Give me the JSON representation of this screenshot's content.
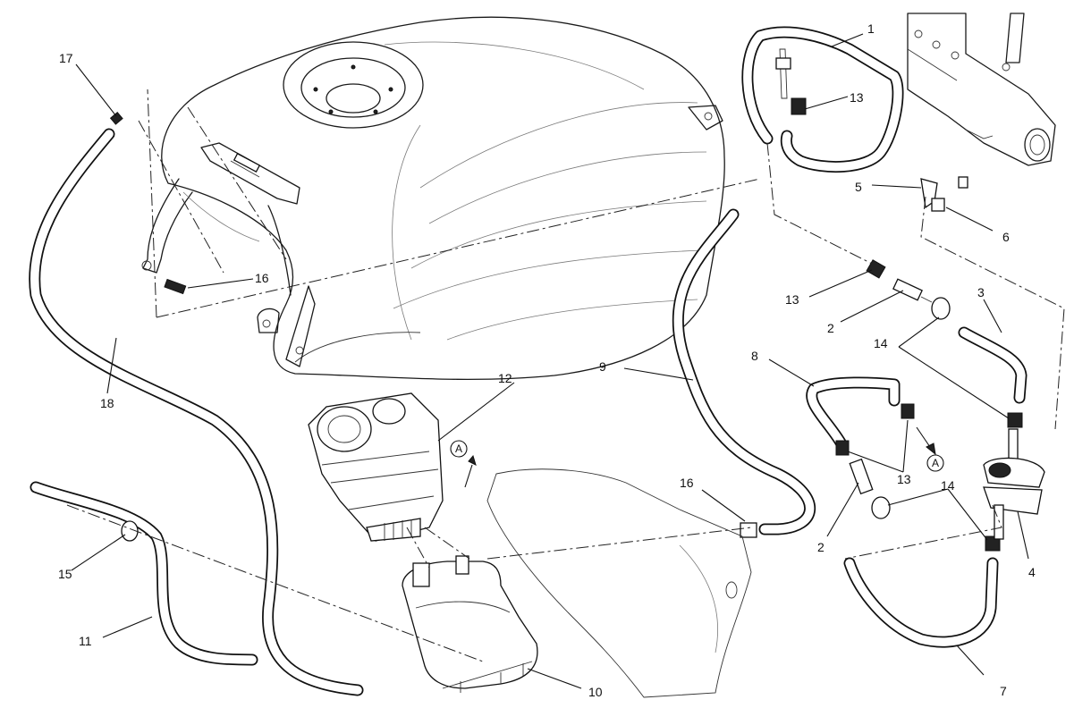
{
  "diagram": {
    "part_labels": [
      {
        "id": "1",
        "text": "1"
      },
      {
        "id": "2a",
        "text": "2"
      },
      {
        "id": "2b",
        "text": "2"
      },
      {
        "id": "3",
        "text": "3"
      },
      {
        "id": "4",
        "text": "4"
      },
      {
        "id": "5",
        "text": "5"
      },
      {
        "id": "6",
        "text": "6"
      },
      {
        "id": "7",
        "text": "7"
      },
      {
        "id": "8",
        "text": "8"
      },
      {
        "id": "9",
        "text": "9"
      },
      {
        "id": "10",
        "text": "10"
      },
      {
        "id": "11",
        "text": "11"
      },
      {
        "id": "12",
        "text": "12"
      },
      {
        "id": "13a",
        "text": "13"
      },
      {
        "id": "13b",
        "text": "13"
      },
      {
        "id": "13c",
        "text": "13"
      },
      {
        "id": "14a",
        "text": "14"
      },
      {
        "id": "14b",
        "text": "14"
      },
      {
        "id": "15",
        "text": "15"
      },
      {
        "id": "16a",
        "text": "16"
      },
      {
        "id": "16b",
        "text": "16"
      },
      {
        "id": "17",
        "text": "17"
      },
      {
        "id": "18",
        "text": "18"
      }
    ],
    "reference_markers": [
      {
        "id": "A1",
        "text": "A"
      },
      {
        "id": "A2",
        "text": "A"
      }
    ]
  }
}
